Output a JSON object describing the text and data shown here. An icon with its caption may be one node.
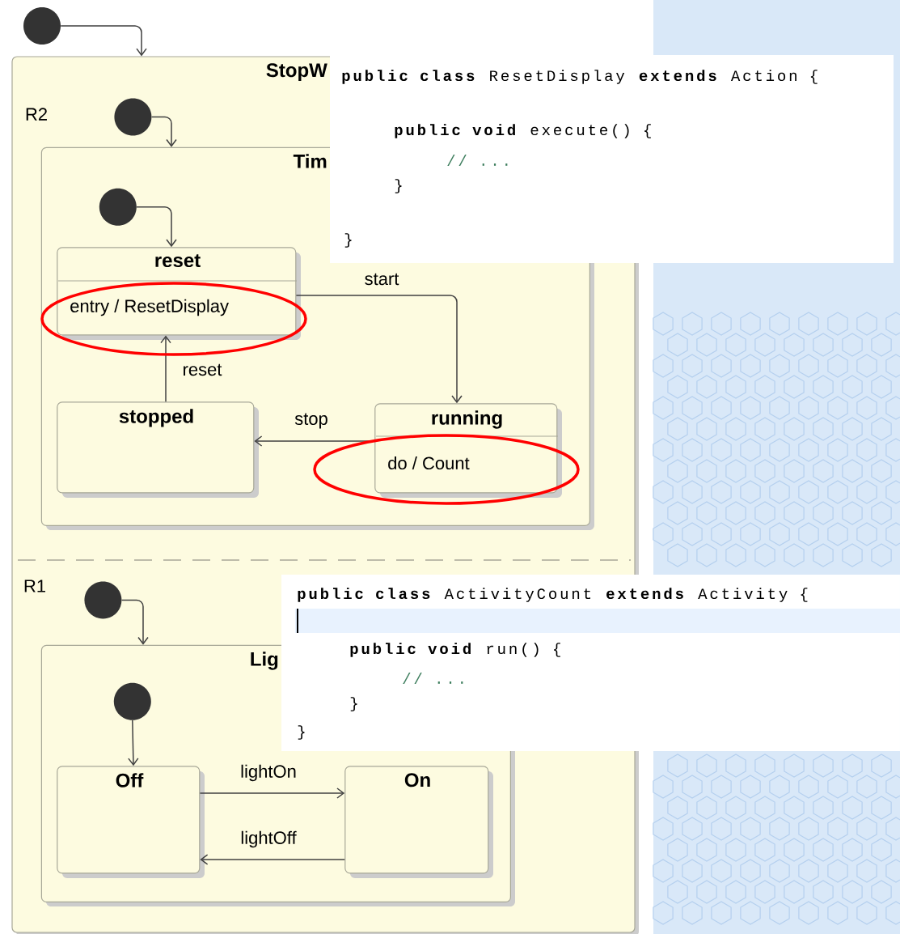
{
  "diagram": {
    "nodes": [
      {
        "text": [],
        "shape": "circle"
      },
      {
        "text": [
          "StopW"
        ]
      },
      {
        "text": [],
        "shape": "circle",
        "in": 1
      },
      {
        "text": [
          "Tim"
        ],
        "in": 1
      },
      {
        "text": [],
        "shape": "circle",
        "in": 3
      },
      {
        "text": [
          "reset",
          "entry / ResetDisplay"
        ],
        "in": 3
      },
      {
        "text": [
          "stopped"
        ],
        "in": 3
      },
      {
        "text": [
          "running",
          "do / Count"
        ],
        "in": 3
      },
      {
        "text": [],
        "shape": "circle",
        "in": 1
      },
      {
        "text": [
          "Lig"
        ],
        "in": 1
      },
      {
        "text": [],
        "shape": "circle",
        "in": 9
      },
      {
        "text": [
          "Off"
        ],
        "in": 9
      },
      {
        "text": [
          "On"
        ],
        "in": 9
      },
      {
        "text": [
          "**public class** ResetDisplay **extends** Action {",
          "**public void** execute() {",
          "// ...",
          "}",
          "}"
        ]
      },
      {
        "text": [
          "**public class** ActivityCount **extends** Activity {",
          "**public void** run() {",
          "// ...",
          "}",
          "}"
        ]
      }
    ],
    "edges": [
      {
        "from": 0,
        "to": 1,
        "arrow": "to"
      },
      {
        "from": 2,
        "to": 3,
        "arrow": "to"
      },
      {
        "from": 4,
        "to": 5,
        "arrow": "to"
      },
      {
        "from": 5,
        "to": 7,
        "arrow": "to",
        "label": "start"
      },
      {
        "from": 7,
        "to": 6,
        "arrow": "to",
        "label": "stop"
      },
      {
        "from": 6,
        "to": 5,
        "arrow": "to",
        "label": "reset"
      },
      {
        "from": 8,
        "to": 9,
        "arrow": "to"
      },
      {
        "from": 10,
        "to": 11,
        "arrow": "to"
      },
      {
        "from": 11,
        "to": 12,
        "arrow": "to",
        "label": "lightOn"
      },
      {
        "from": 12,
        "to": 11,
        "arrow": "to",
        "label": "lightOff"
      }
    ],
    "labels": [
      "R2",
      "R1"
    ]
  }
}
